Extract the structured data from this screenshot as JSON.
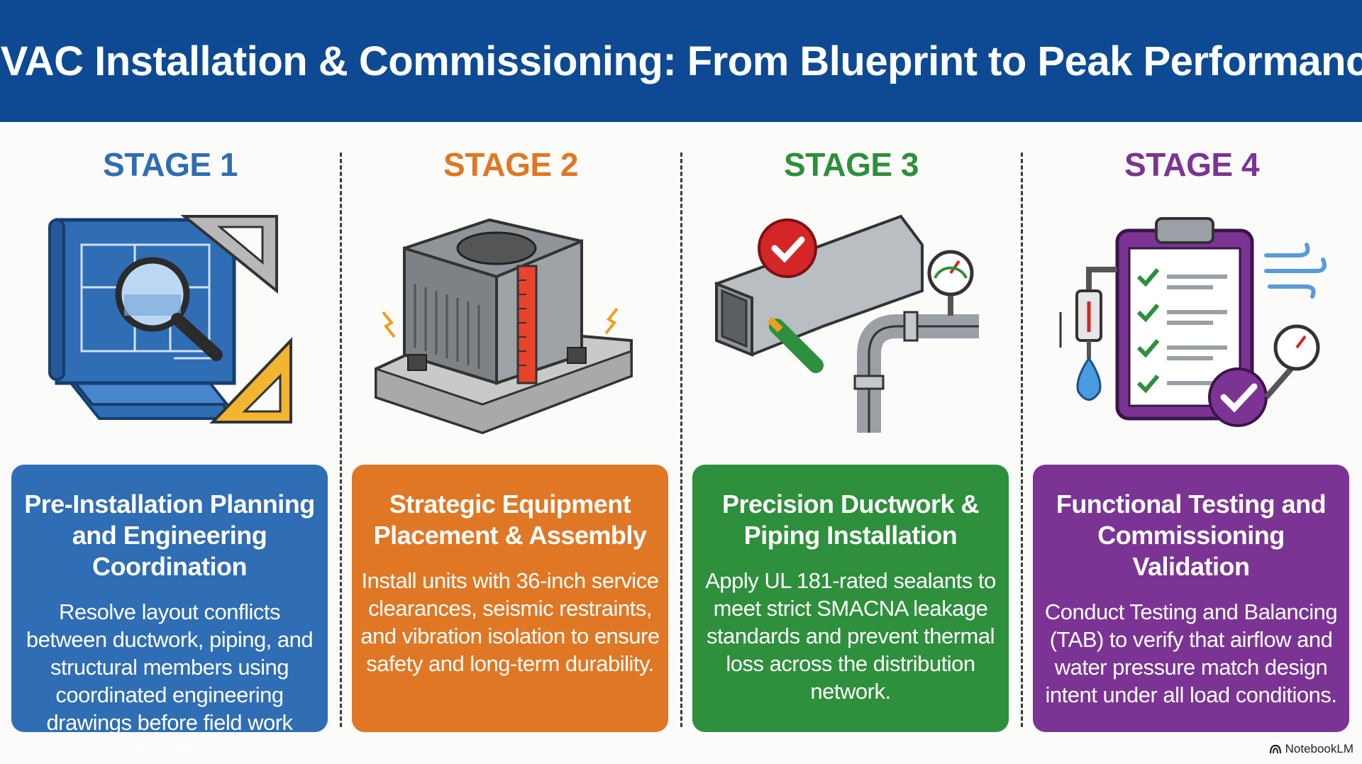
{
  "header": {
    "title": "HVAC Installation & Commissioning: From Blueprint to Peak Performance"
  },
  "colors": {
    "header": "#0d4a93",
    "stage1": "#2f6db4",
    "stage2": "#e07724",
    "stage3": "#2e8f3c",
    "stage4": "#7b3494"
  },
  "stages": [
    {
      "label": "STAGE 1",
      "icon": "blueprint-magnifier-icon",
      "heading": "Pre-Installation Planning and Engineering Coordination",
      "body": "Resolve layout conflicts between ductwork, piping, and structural members using coordinated engineering drawings before field work begins."
    },
    {
      "label": "STAGE 2",
      "icon": "hvac-unit-icon",
      "heading": "Strategic Equipment Placement & Assembly",
      "body": "Install units with 36-inch service clearances, seismic restraints, and vibration isolation to ensure safety and long-term durability."
    },
    {
      "label": "STAGE 3",
      "icon": "duct-pipe-icon",
      "heading": "Precision Ductwork & Piping Installation",
      "body": "Apply UL 181-rated sealants to meet strict SMACNA leakage standards and prevent thermal loss across the distribution network."
    },
    {
      "label": "STAGE 4",
      "icon": "checklist-clipboard-icon",
      "heading": "Functional Testing and Commissioning Validation",
      "body": "Conduct Testing and Balancing (TAB) to verify that airflow and water pressure match design intent under all load conditions."
    }
  ],
  "footer": {
    "brand": "NotebookLM",
    "icon": "notebooklm-logo-icon"
  }
}
